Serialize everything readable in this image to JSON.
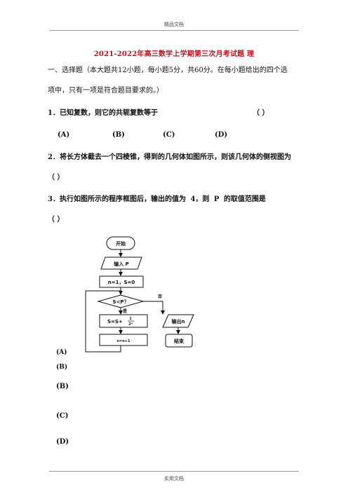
{
  "header": {
    "text": "精品文档"
  },
  "title": "2021-2022年高三数学上学期第三次月考试题 理",
  "section": {
    "line1": "一、选择题（本大题共12小题，每小题5分，共60分。在每小题给出的四个选",
    "line2": "项中，只有一项是符合题目要求的。）"
  },
  "q1": {
    "text": "1．已知复数，则它的共轭复数等于",
    "paren": "（      ）",
    "options": [
      "(A)",
      "(B)",
      "(C)",
      "(D)"
    ]
  },
  "q2": {
    "line1": "2．将长方体截去一个四棱锥，得到的几何体如图所示，则该几何体的侧视图为",
    "line2": "（      ）"
  },
  "q3": {
    "line1": "3．执行如图所示的程序框图后，输出的值为 4，则 P 的取值范围是",
    "line2": "（      ）"
  },
  "flowchart": {
    "start": "开始",
    "input": "输入 P",
    "init": "n=1，S=0",
    "condition": "S<P？",
    "yes": "是",
    "no": "否",
    "update": "S=S+",
    "frac_num": "1",
    "frac_den": "2ⁿ",
    "increment": "n=n+1",
    "output": "输出n",
    "end": "结束"
  },
  "answers": [
    "(A)",
    "(B)",
    "(B)",
    "(C)",
    "(D)"
  ],
  "footer": {
    "text": "实用文档"
  }
}
